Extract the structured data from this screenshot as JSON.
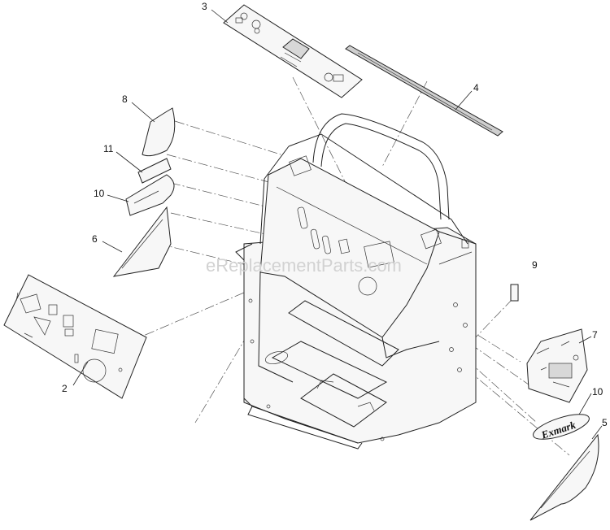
{
  "watermark": "eReplacementParts.com",
  "logo_text": "Exmark",
  "callouts": {
    "c1": "2",
    "c2": "3",
    "c3": "4",
    "c4": "5",
    "c5": "6",
    "c6": "7",
    "c7": "8",
    "c8": "9",
    "c9": "10",
    "c10": "10",
    "c11": "11"
  }
}
